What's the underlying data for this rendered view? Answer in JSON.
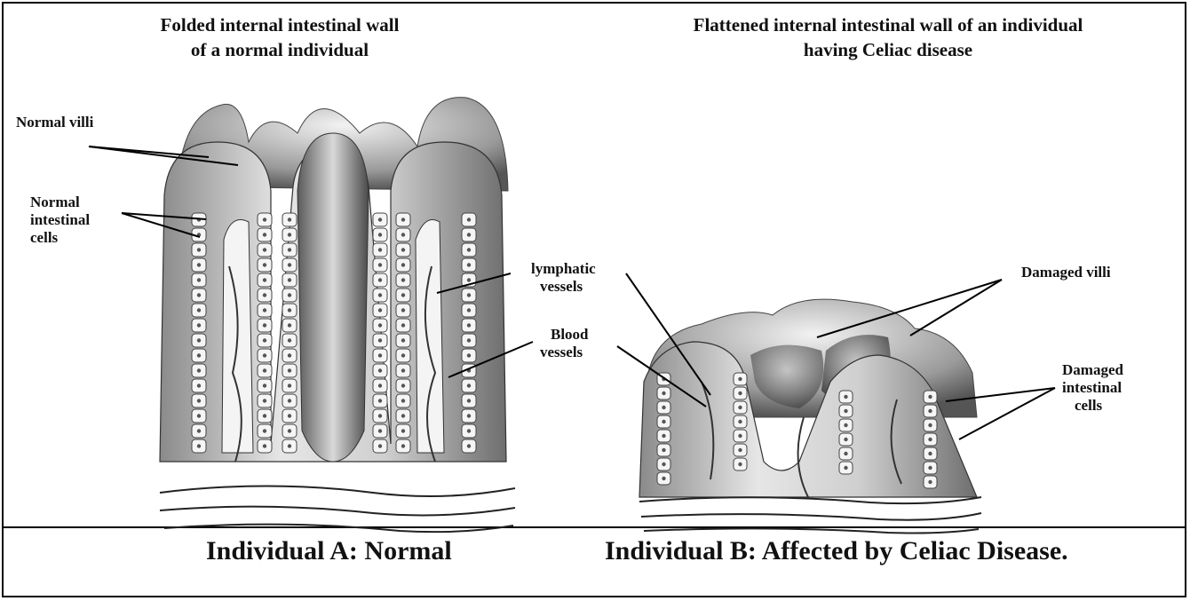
{
  "panel_a": {
    "title_line1": "Folded internal intestinal wall",
    "title_line2": "of a normal individual",
    "caption": "Individual A: Normal"
  },
  "panel_b": {
    "title_line1": "Flattened internal intestinal wall of  an individual",
    "title_line2": "having Celiac disease",
    "caption": "Individual B: Affected by Celiac Disease."
  },
  "labels": {
    "normal_villi": "Normal villi",
    "normal_cells": [
      "Normal",
      "intestinal",
      "cells"
    ],
    "lymphatic": [
      "lymphatic",
      "vessels"
    ],
    "blood": [
      "Blood",
      "vessels"
    ],
    "damaged_villi": "Damaged villi",
    "damaged_cells": [
      "Damaged",
      "intestinal",
      "cells"
    ]
  }
}
